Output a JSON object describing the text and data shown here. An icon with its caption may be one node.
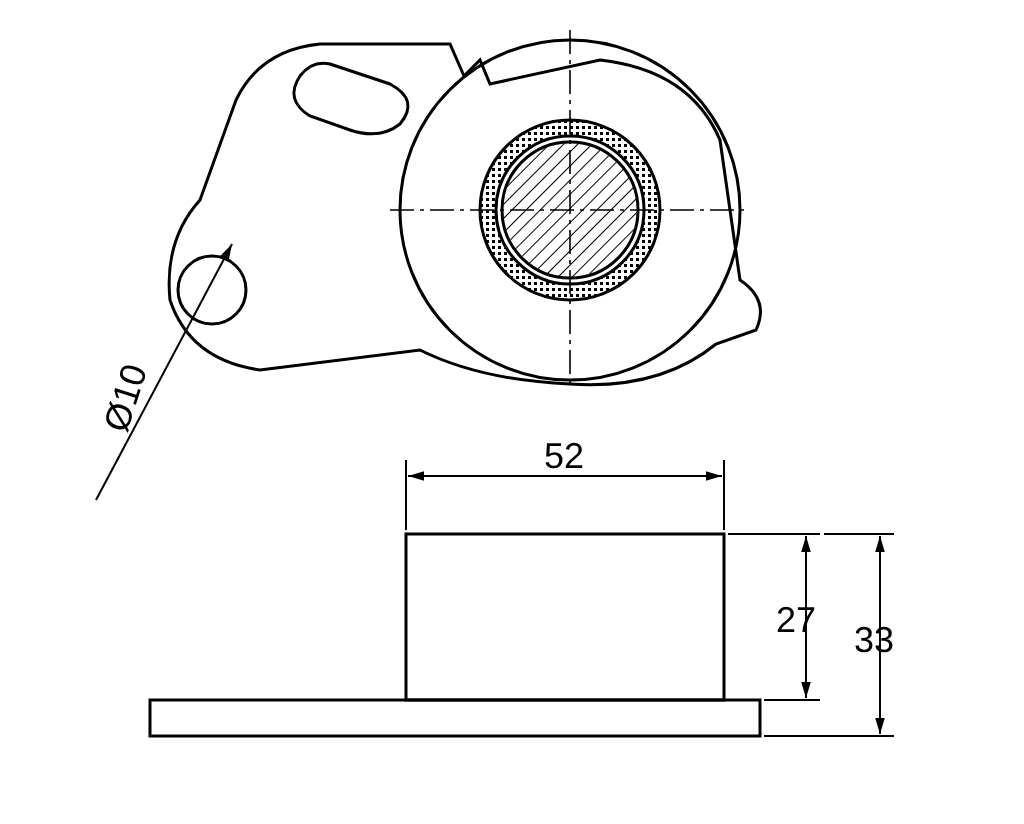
{
  "diagram": {
    "labels": [
      "Ø10",
      "52",
      "27",
      "33"
    ]
  }
}
